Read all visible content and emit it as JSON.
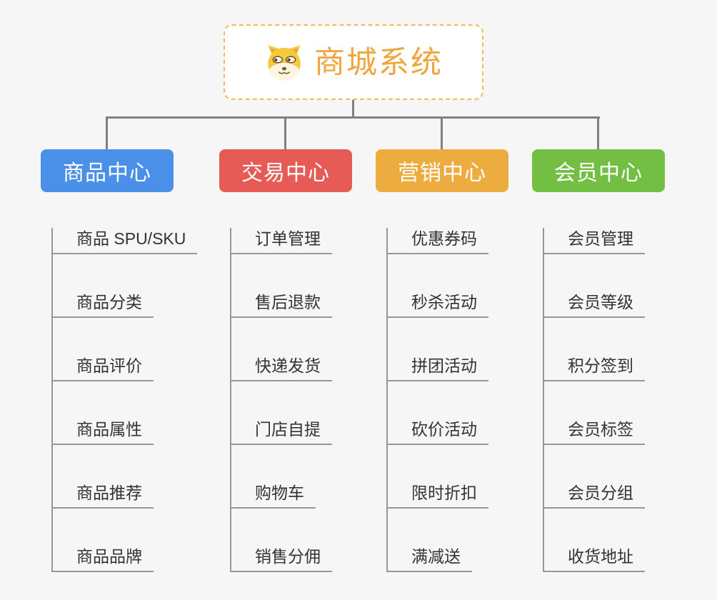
{
  "page": {
    "background": "#f6f6f7"
  },
  "connectors": {
    "color": "#808080",
    "leaf_line_color": "#979797"
  },
  "root": {
    "title": "商城系统",
    "icon": "doge-icon",
    "text_color": "#f0a63e",
    "border_color": "#f3b95f"
  },
  "branches": [
    {
      "label": "商品中心",
      "color": "#4a90e8",
      "items": [
        "商品 SPU/SKU",
        "商品分类",
        "商品评价",
        "商品属性",
        "商品推荐",
        "商品品牌"
      ]
    },
    {
      "label": "交易中心",
      "color": "#e65b55",
      "items": [
        "订单管理",
        "售后退款",
        "快递发货",
        "门店自提",
        "购物车",
        "销售分佣"
      ]
    },
    {
      "label": "营销中心",
      "color": "#edac40",
      "items": [
        "优惠券码",
        "秒杀活动",
        "拼团活动",
        "砍价活动",
        "限时折扣",
        "满减送"
      ]
    },
    {
      "label": "会员中心",
      "color": "#72bf44",
      "items": [
        "会员管理",
        "会员等级",
        "积分签到",
        "会员标签",
        "会员分组",
        "收货地址"
      ]
    }
  ]
}
